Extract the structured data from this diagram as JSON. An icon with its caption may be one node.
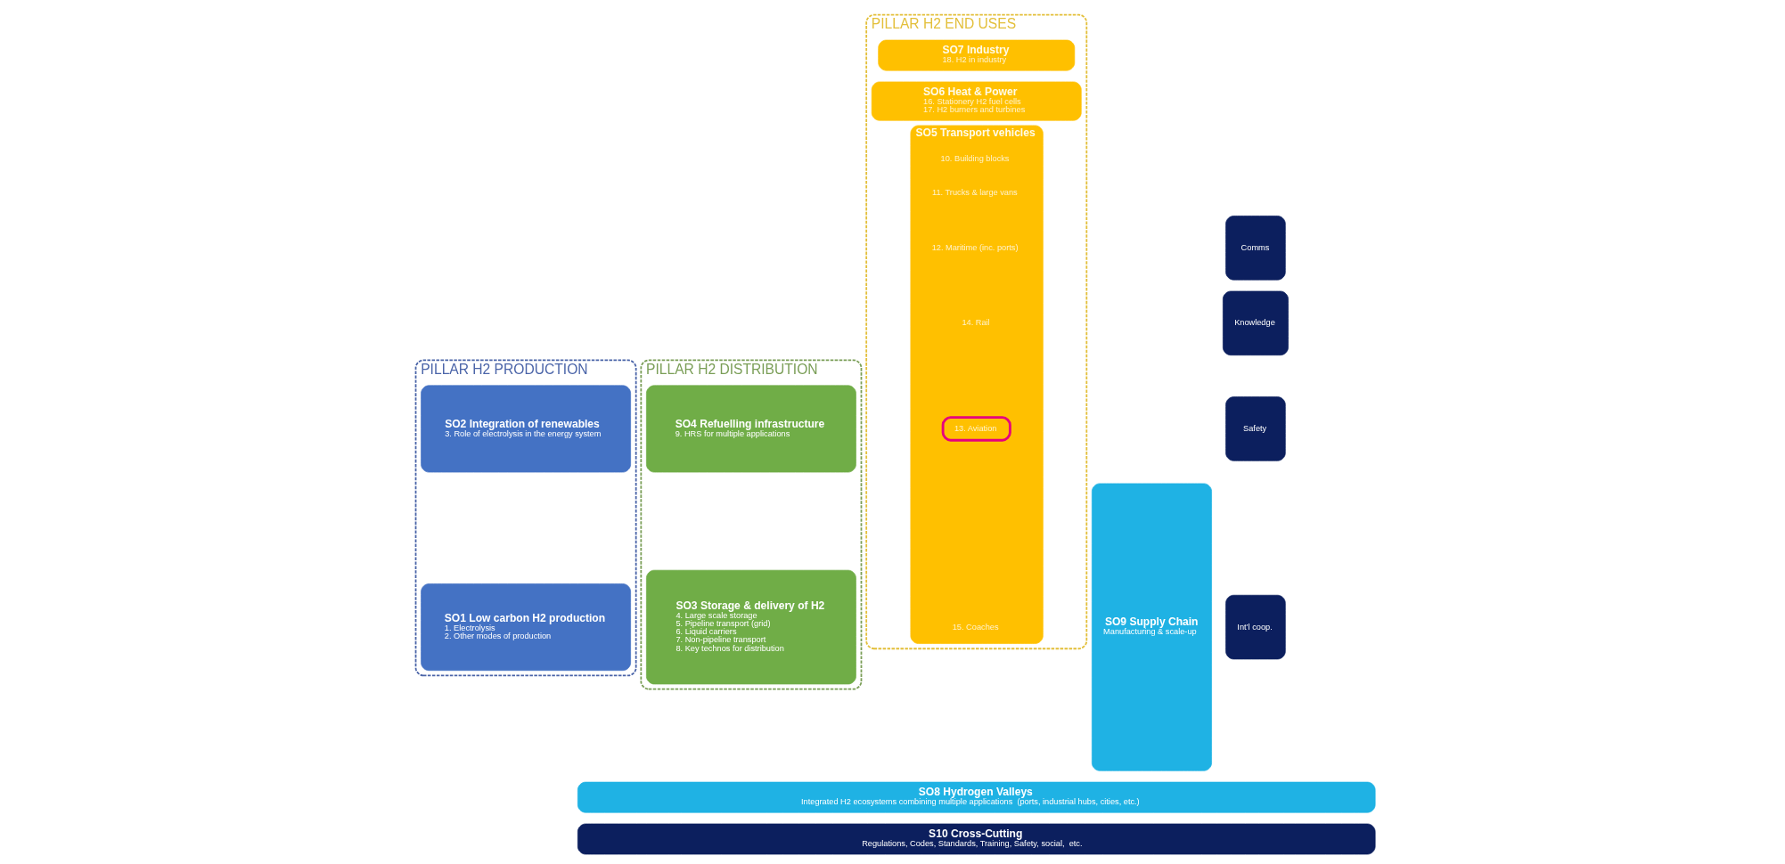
{
  "diagram": {
    "nodes": [
      {
        "text": [
          "PILLAR H2 PRODUCTION"
        ]
      },
      {
        "text": [
          "SO1 Low carbon H2 production",
          "1. Electrolysis",
          "2. Other modes of production"
        ],
        "in": 0
      },
      {
        "text": [
          "SO2 Integration of renewables",
          "3. Role of electrolysis in the energy system"
        ],
        "in": 0
      },
      {
        "text": [
          "PILLAR H2 DISTRIBUTION"
        ]
      },
      {
        "text": [
          "SO3 Storage & delivery of H2",
          "4. Large scale storage",
          "5. Pipeline transport (grid)",
          "6. Liquid carriers",
          "7. Non-pipeline transport",
          "8. Key technos for distribution"
        ],
        "in": 3
      },
      {
        "text": [
          "SO4 Refuelling infrastructure",
          "9. HRS for multiple applications"
        ],
        "in": 3
      },
      {
        "text": [
          "PILLAR H2 END USES"
        ]
      },
      {
        "text": [
          "SO5 Transport vehicles",
          "10. Building blocks",
          "11. Trucks & large vans",
          "12. Maritime (inc. ports)",
          "14. Rail",
          "15. Coaches"
        ],
        "in": 6
      },
      {
        "text": [
          "13. Aviation"
        ],
        "in": 7
      },
      {
        "text": [
          "SO6 Heat & Power",
          "16. Stationery H2 fuel cells",
          "17. H2 burners and turbines"
        ],
        "in": 6
      },
      {
        "text": [
          "SO7 Industry",
          "18. H2 in industry"
        ],
        "in": 6
      },
      {
        "text": [
          "SO9 Supply Chain",
          "Manufacturing & scale-up"
        ]
      },
      {
        "text": [
          "Comms"
        ]
      },
      {
        "text": [
          "Knowledge"
        ]
      },
      {
        "text": [
          "Safety"
        ]
      },
      {
        "text": [
          "Int’l coop."
        ]
      },
      {
        "text": [
          "SO8 Hydrogen Valleys",
          "Integrated H2 ecosystems combining multiple applications  (ports, industrial hubs, cities, etc.)"
        ]
      },
      {
        "text": [
          "S10 Cross-Cutting",
          "Regulations, Codes, Standards, Training, Safety, social,  etc."
        ]
      }
    ]
  }
}
